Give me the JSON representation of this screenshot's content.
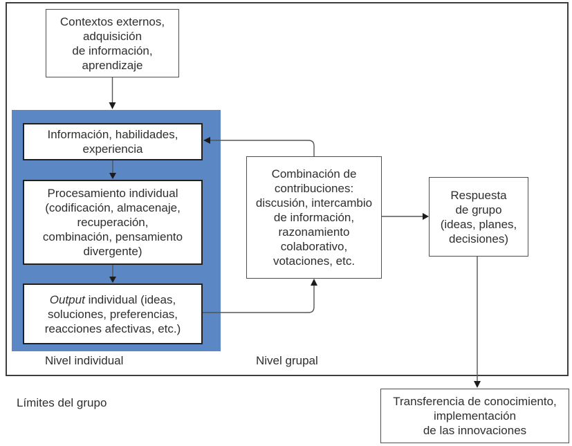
{
  "diagram": {
    "boxes": {
      "contextos": {
        "lines": [
          "Contextos externos,",
          "adquisición",
          "de información,",
          "aprendizaje"
        ]
      },
      "informacion": {
        "lines": [
          "Información, habilidades,",
          "experiencia"
        ]
      },
      "procesamiento": {
        "lines": [
          "Procesamiento individual",
          "(codificación, almacenaje,",
          "recuperación,",
          "combinación, pensamiento",
          "divergente)"
        ]
      },
      "output": {
        "line1_italic": "Output",
        "line1_rest": "individual (ideas,",
        "line2": "soluciones, preferencias,",
        "line3": "reacciones afectivas, etc.)"
      },
      "combinacion": {
        "lines": [
          "Combinación de",
          "contribuciones:",
          "discusión, intercambio",
          "de información,",
          "razonamiento",
          "colaborativo,",
          "votaciones, etc."
        ]
      },
      "respuesta": {
        "lines": [
          "Respuesta",
          "de grupo",
          "(ideas, planes,",
          "decisiones)"
        ]
      },
      "transferencia": {
        "lines": [
          "Transferencia de conocimiento,",
          "implementación",
          "de las innovaciones"
        ]
      }
    },
    "labels": {
      "nivel_individual": "Nivel individual",
      "nivel_grupal": "Nivel grupal",
      "limites_grupo": "Límites del grupo"
    },
    "colors": {
      "highlight_blue": "#5b87c5",
      "inner_box_border": "#1f1f1f",
      "outer_box_border": "#4d4d4d",
      "boundary_border": "#3d3d3d",
      "connector_line": "#555555",
      "arrowhead": "#1c1c1c",
      "text": "#2e2e2e",
      "background": "#ffffff"
    }
  }
}
